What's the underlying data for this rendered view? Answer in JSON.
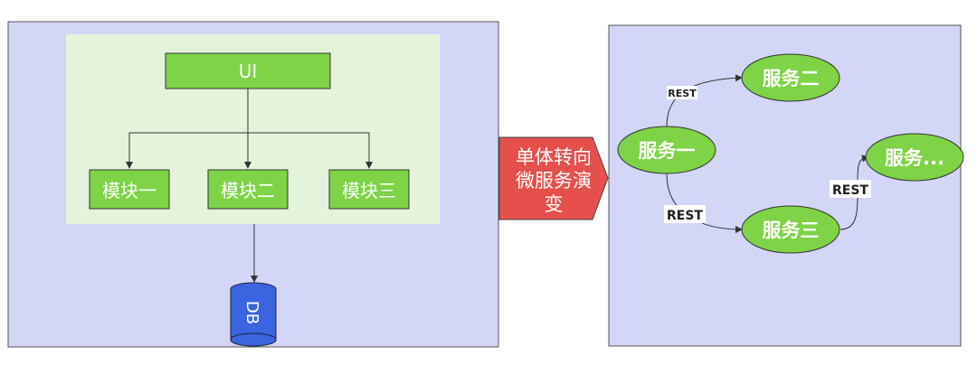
{
  "monolith": {
    "ui_label": "UI",
    "modules": [
      "模块一",
      "模块二",
      "模块三"
    ],
    "db_label": "DB"
  },
  "transition": {
    "lines": [
      "单体转向",
      "微服务演",
      "变"
    ]
  },
  "microservices": {
    "services": [
      "服务一",
      "服务二",
      "服务三",
      "服务..."
    ],
    "edge_labels": [
      "REST",
      "REST",
      "REST"
    ]
  },
  "colors": {
    "panel": "#d3d6f7",
    "inner": "#e4f4da",
    "green": "#7ed346",
    "red": "#e5504d",
    "db": "#3a64e0"
  }
}
